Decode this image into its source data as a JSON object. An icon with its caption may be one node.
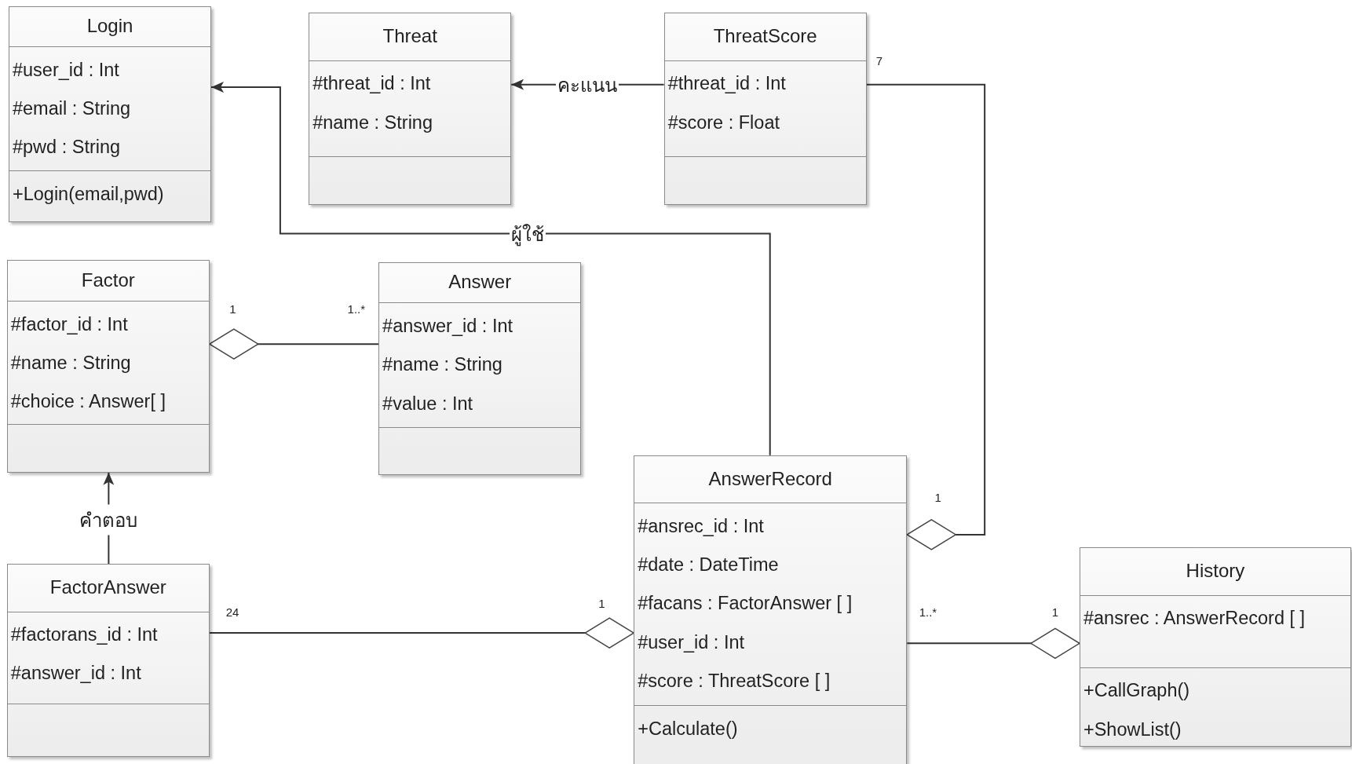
{
  "diagram": {
    "nodes": [
      {
        "text": [
          "Login",
          "#user_id : Int",
          "#email : String",
          "#pwd : String",
          "+Login(email,pwd)"
        ]
      },
      {
        "text": [
          "Threat",
          "#threat_id : Int",
          "#name : String"
        ]
      },
      {
        "text": [
          "ThreatScore",
          "#threat_id : Int",
          "#score : Float"
        ]
      },
      {
        "text": [
          "Factor",
          "#factor_id : Int",
          "#name : String",
          "#choice : Answer[ ]"
        ]
      },
      {
        "text": [
          "Answer",
          "#answer_id : Int",
          "#name : String",
          "#value : Int"
        ]
      },
      {
        "text": [
          "AnswerRecord",
          "#ansrec_id : Int",
          "#date : DateTime",
          "#facans : FactorAnswer [ ]",
          "#user_id : Int",
          "#score : ThreatScore [ ]",
          "+Calculate()"
        ]
      },
      {
        "text": [
          "History",
          "#ansrec : AnswerRecord [ ]",
          "+CallGraph()",
          "+ShowList()"
        ]
      },
      {
        "text": [
          "FactorAnswer",
          "#factorans_id : Int",
          "#answer_id : Int"
        ]
      }
    ],
    "edges": [
      {
        "from": 2,
        "to": 1,
        "arrow": "to",
        "label": "คะแนน"
      },
      {
        "from": 5,
        "to": 0,
        "arrow": "to",
        "label": "ผู้ใช้"
      },
      {
        "from": 4,
        "to": 3,
        "arrow": "other"
      },
      {
        "from": 7,
        "to": 3,
        "arrow": "to",
        "label": "คำตอบ"
      },
      {
        "from": 7,
        "to": 5,
        "arrow": "other"
      },
      {
        "from": 2,
        "to": 5,
        "arrow": "other"
      },
      {
        "from": 5,
        "to": 6,
        "arrow": "other"
      }
    ],
    "labels": [
      "7",
      "1",
      "1..*",
      "1",
      "24",
      "1",
      "1..*",
      "1"
    ]
  }
}
